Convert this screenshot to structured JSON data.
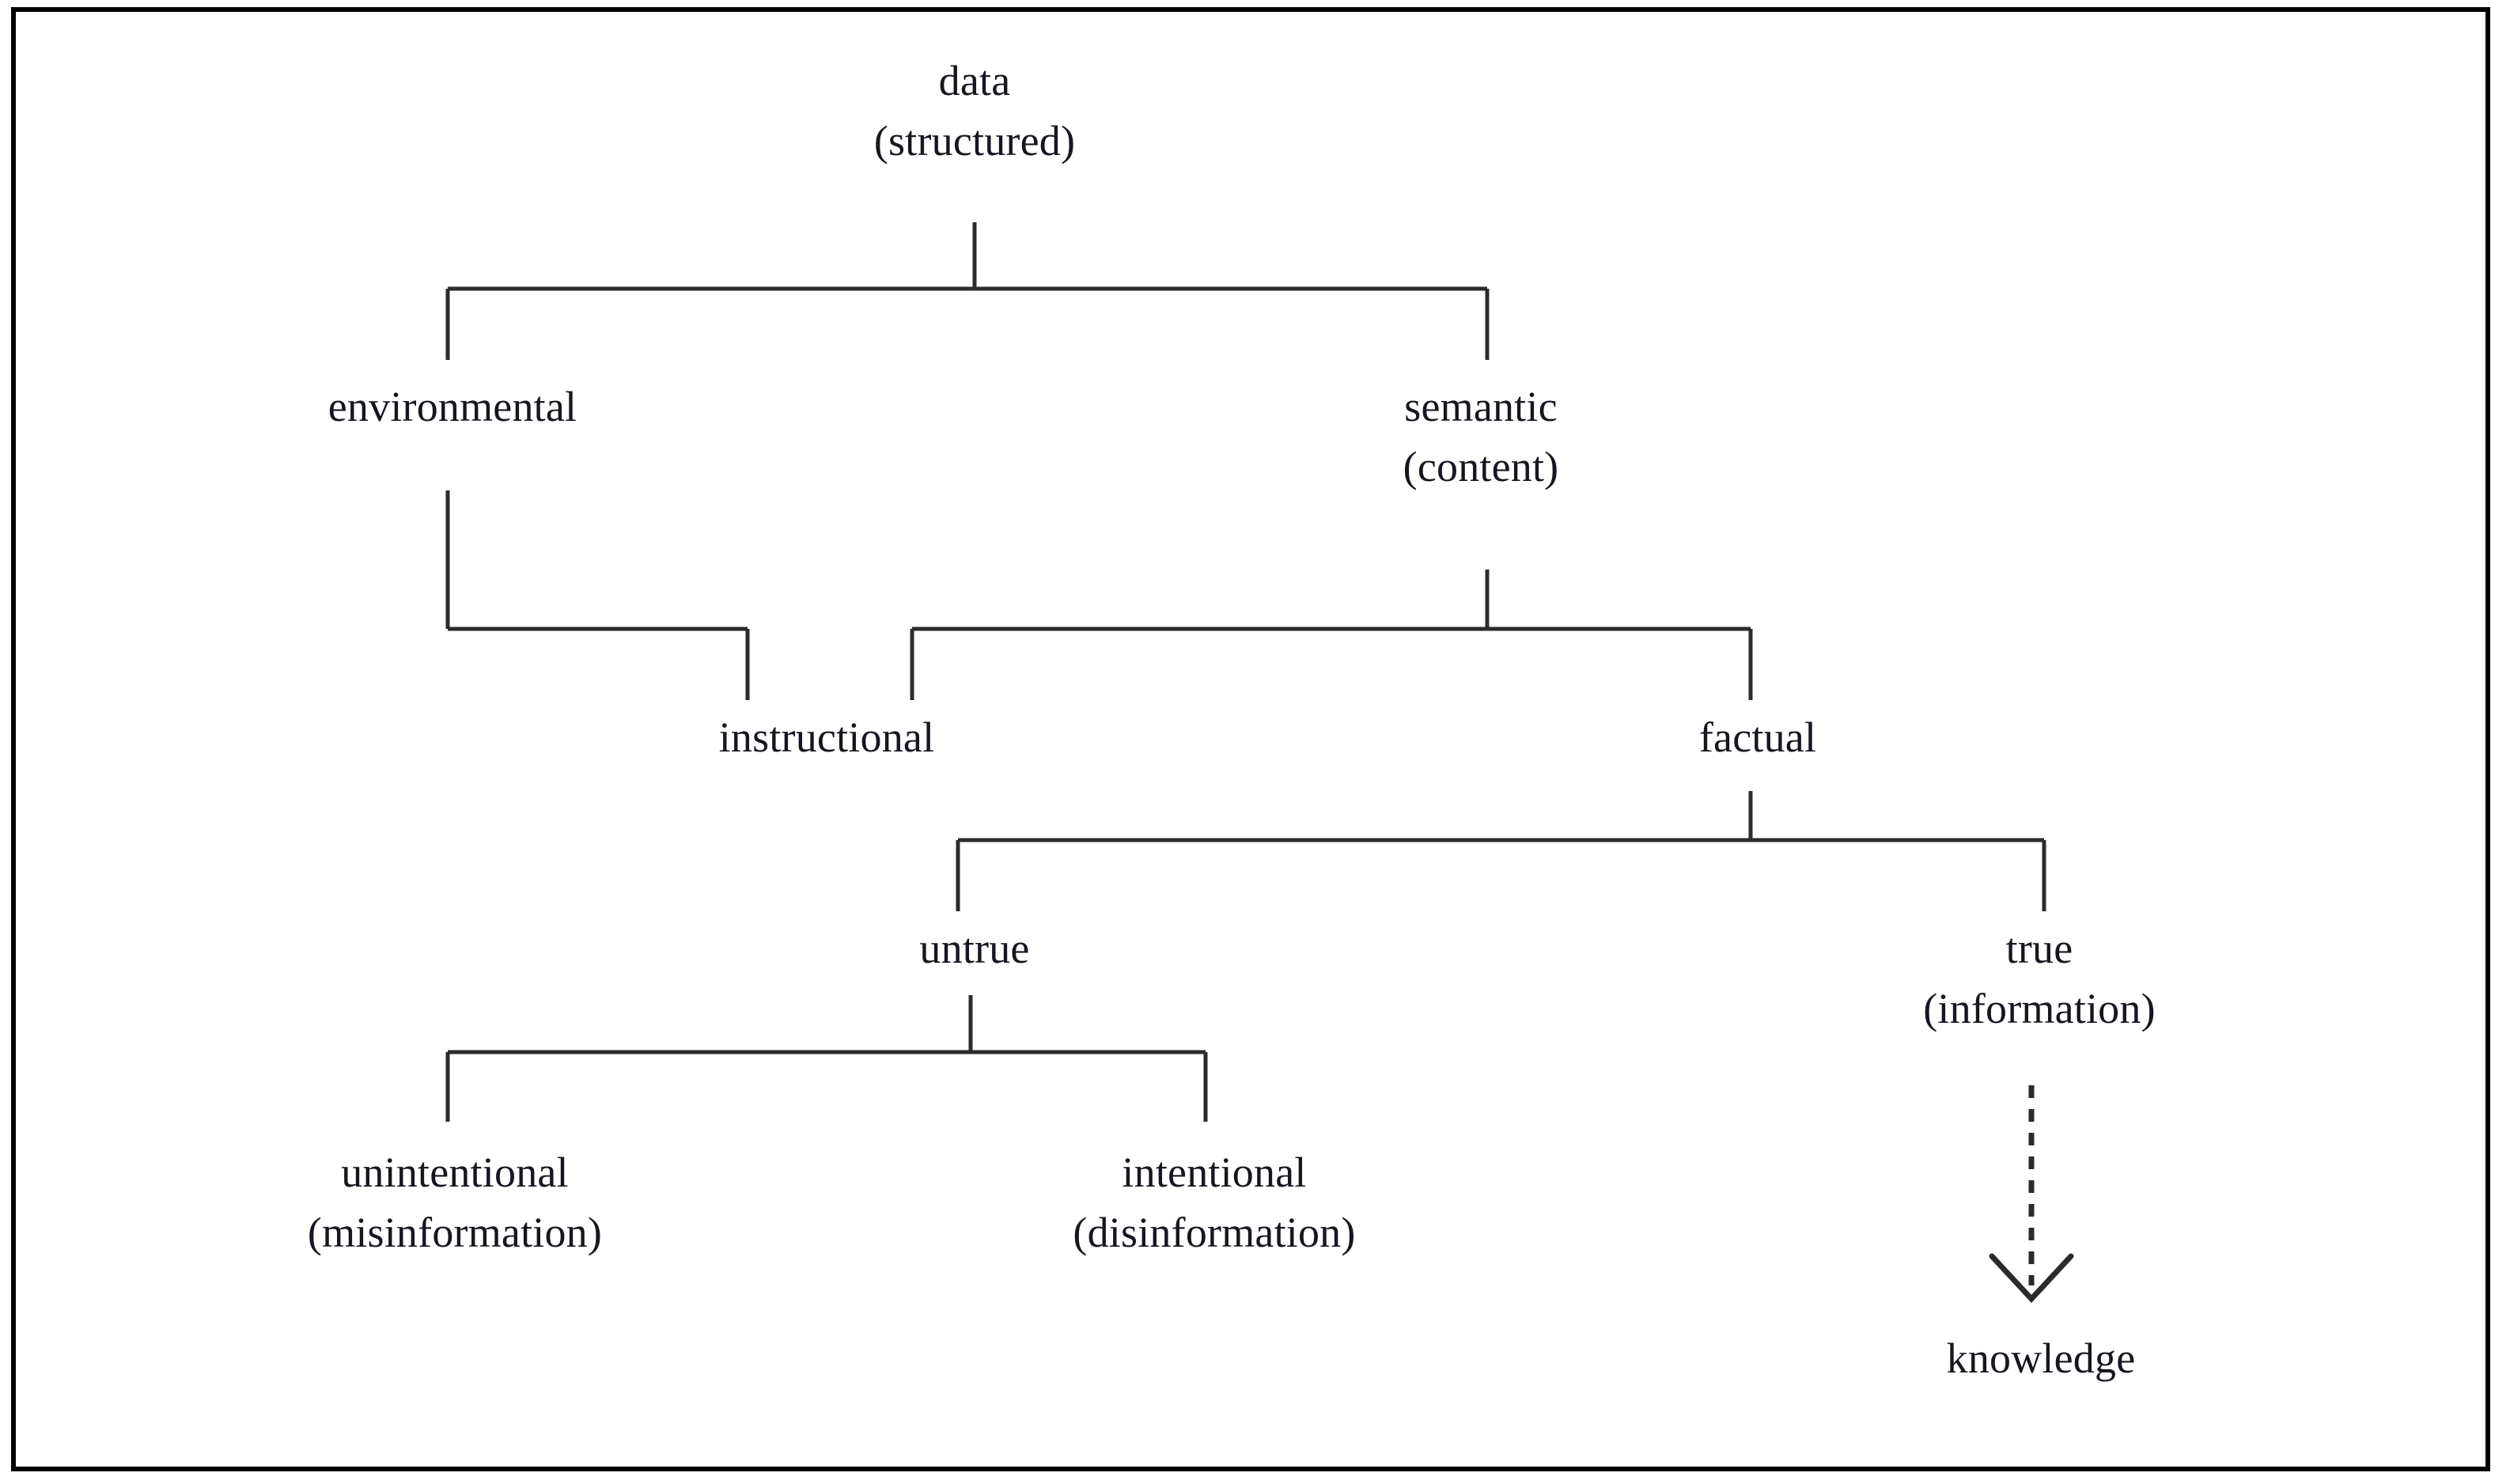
{
  "figure": {
    "type": "tree-diagram",
    "border_color": "#000000",
    "text_color": "#161622",
    "background": "#ffffff",
    "connector_color": "#2b2b2b"
  },
  "nodes": {
    "data": {
      "label": "data",
      "sublabel": "(structured)"
    },
    "environmental": {
      "label": "environmental",
      "sublabel": ""
    },
    "semantic": {
      "label": "semantic",
      "sublabel": "(content)"
    },
    "instructional": {
      "label": "instructional",
      "sublabel": ""
    },
    "factual": {
      "label": "factual",
      "sublabel": ""
    },
    "untrue": {
      "label": "untrue",
      "sublabel": ""
    },
    "true": {
      "label": "true",
      "sublabel": "(information)"
    },
    "unintentional": {
      "label": "unintentional",
      "sublabel": "(misinformation)"
    },
    "intentional": {
      "label": "intentional",
      "sublabel": "(disinformation)"
    },
    "knowledge": {
      "label": "knowledge",
      "sublabel": ""
    }
  },
  "edges": [
    {
      "from": "data",
      "to": "environmental",
      "style": "elbow"
    },
    {
      "from": "data",
      "to": "semantic",
      "style": "elbow"
    },
    {
      "from": "environmental",
      "to": "instructional",
      "style": "elbow"
    },
    {
      "from": "semantic",
      "to": "instructional",
      "style": "elbow"
    },
    {
      "from": "semantic",
      "to": "factual",
      "style": "elbow"
    },
    {
      "from": "factual",
      "to": "untrue",
      "style": "elbow"
    },
    {
      "from": "factual",
      "to": "true",
      "style": "elbow"
    },
    {
      "from": "untrue",
      "to": "unintentional",
      "style": "elbow"
    },
    {
      "from": "untrue",
      "to": "intentional",
      "style": "elbow"
    },
    {
      "from": "true",
      "to": "knowledge",
      "style": "dashed-arrow"
    }
  ]
}
